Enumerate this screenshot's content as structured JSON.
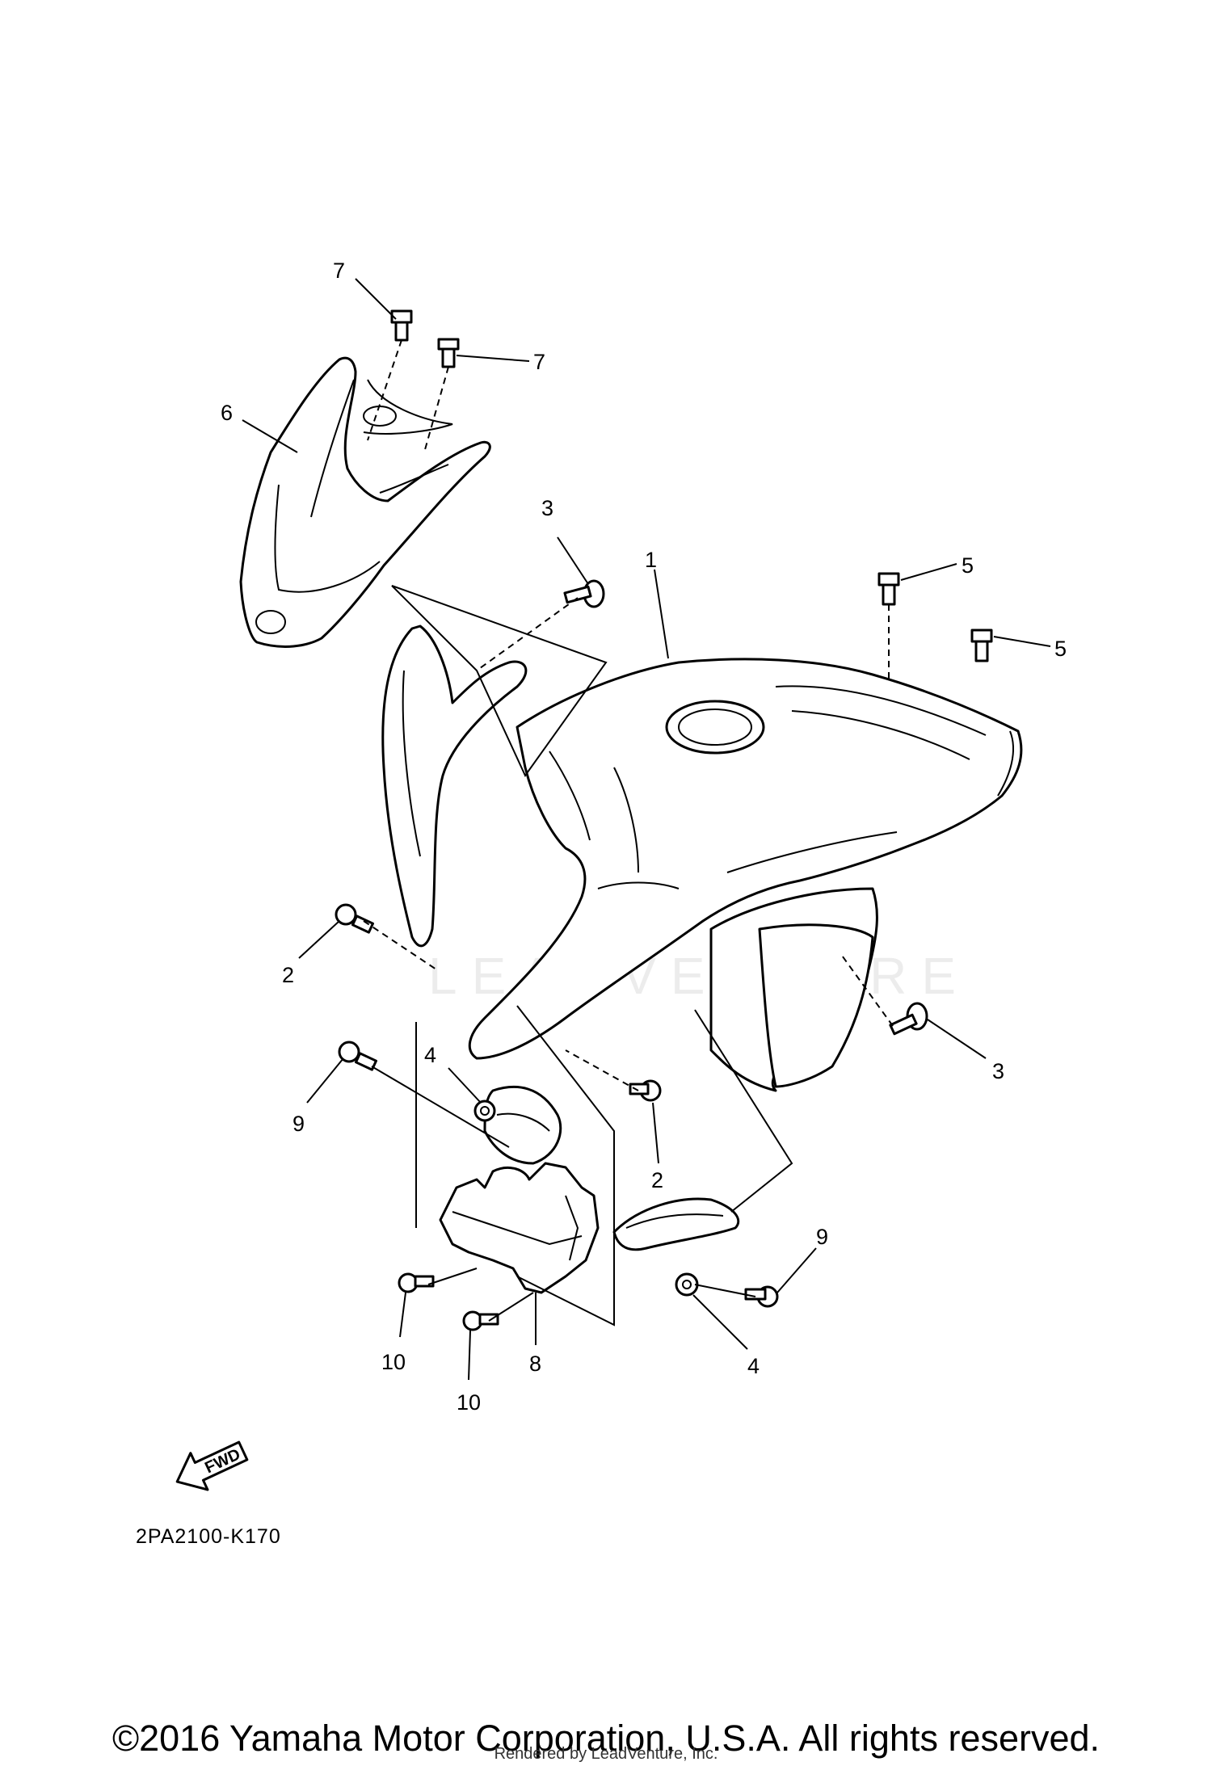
{
  "diagram": {
    "callouts": {
      "c1": "1",
      "c2a": "2",
      "c2b": "2",
      "c3a": "3",
      "c3b": "3",
      "c4a": "4",
      "c4b": "4",
      "c5a": "5",
      "c5b": "5",
      "c6": "6",
      "c7a": "7",
      "c7b": "7",
      "c8": "8",
      "c9a": "9",
      "c9b": "9",
      "c10a": "10",
      "c10b": "10"
    },
    "fwd_label": "FWD",
    "watermark": "LEADVENTURE",
    "diagram_code": "2PA2100-K170"
  },
  "footer": {
    "copyright": "©2016 Yamaha Motor Corporation, U.S.A. All rights reserved.",
    "rendered_by": "Rendered by LeadVenture, Inc."
  }
}
